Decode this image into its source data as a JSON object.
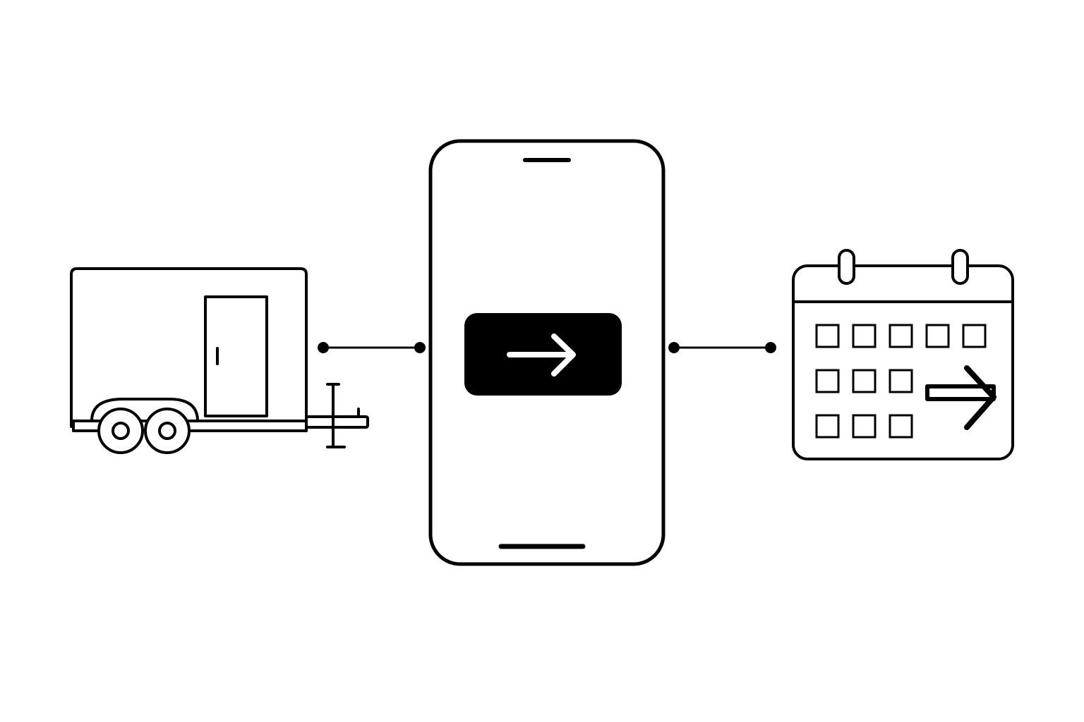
{
  "diagram": {
    "colors": {
      "background": "#ffffff",
      "stroke": "#000000",
      "button_fill": "#000000",
      "button_arrow": "#ffffff"
    },
    "nodes": [
      {
        "icon": "trailer-icon"
      },
      {
        "icon": "smartphone-icon",
        "button_icon": "arrow-right-icon"
      },
      {
        "icon": "calendar-icon",
        "overlay_icon": "arrow-right-icon"
      }
    ],
    "connectors": [
      {
        "from": "trailer-icon",
        "to": "smartphone-icon"
      },
      {
        "from": "smartphone-icon",
        "to": "calendar-icon"
      }
    ],
    "calendar": {
      "rows": [
        5,
        3,
        3
      ]
    }
  }
}
